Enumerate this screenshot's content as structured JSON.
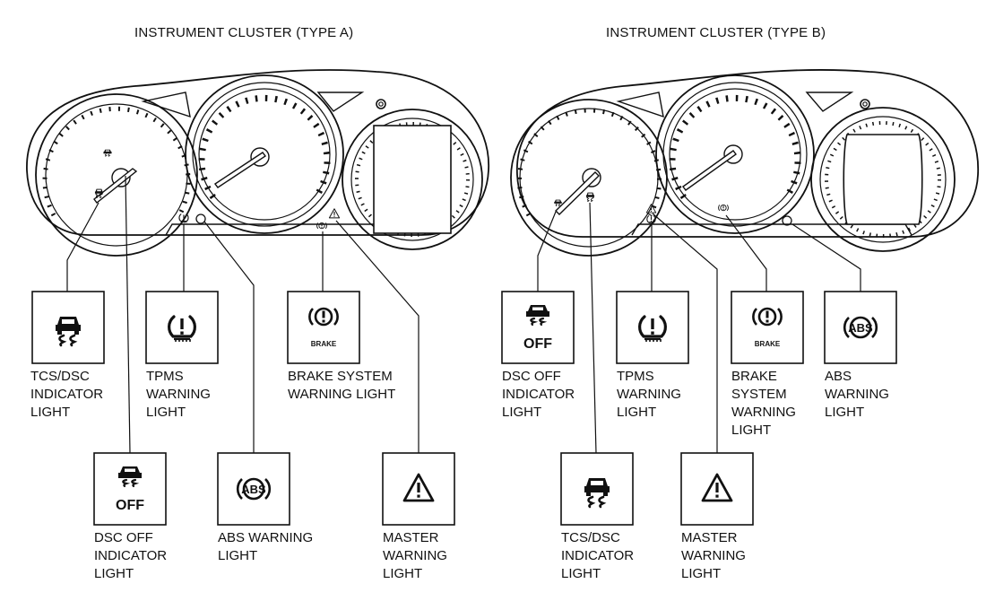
{
  "clusters": [
    {
      "title": "INSTRUMENT CLUSTER (TYPE A)",
      "labels": {
        "tcs_dsc": "TCS/DSC\nINDICATOR\nLIGHT",
        "tpms": "TPMS\nWARNING\nLIGHT",
        "brake": "BRAKE SYSTEM\nWARNING LIGHT",
        "dsc_off": "DSC OFF\nINDICATOR\nLIGHT",
        "abs": "ABS WARNING\nLIGHT",
        "master": "MASTER\nWARNING\nLIGHT"
      }
    },
    {
      "title": "INSTRUMENT CLUSTER (TYPE B)",
      "labels": {
        "dsc_off": "DSC OFF\nINDICATOR\nLIGHT",
        "tpms": "TPMS\nWARNING\nLIGHT",
        "brake": "BRAKE\nSYSTEM\nWARNING\nLIGHT",
        "abs": "ABS\nWARNING\nLIGHT",
        "tcs_dsc": "TCS/DSC\nINDICATOR\nLIGHT",
        "master": "MASTER\nWARNING\nLIGHT"
      }
    }
  ],
  "icon_text": {
    "off": "OFF",
    "brake": "BRAKE",
    "abs": "ABS"
  }
}
